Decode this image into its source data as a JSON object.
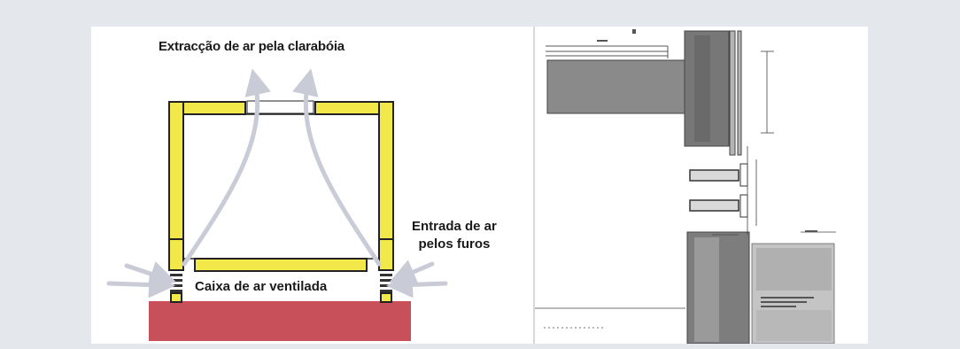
{
  "diagram": {
    "labels": {
      "extraction": "Extracção de ar pela clarabóia",
      "inlet_line1": "Entrada de ar",
      "inlet_line2": "pelos furos",
      "air_box": "Caixa de ar ventilada"
    },
    "colors": {
      "wall": "#f3e84a",
      "wall_outline": "#222222",
      "foundation": "#c8505a",
      "arrow": "#c9ccd6",
      "drawing_gray": "#8a8a8a",
      "drawing_dark": "#5e5e5e"
    }
  }
}
